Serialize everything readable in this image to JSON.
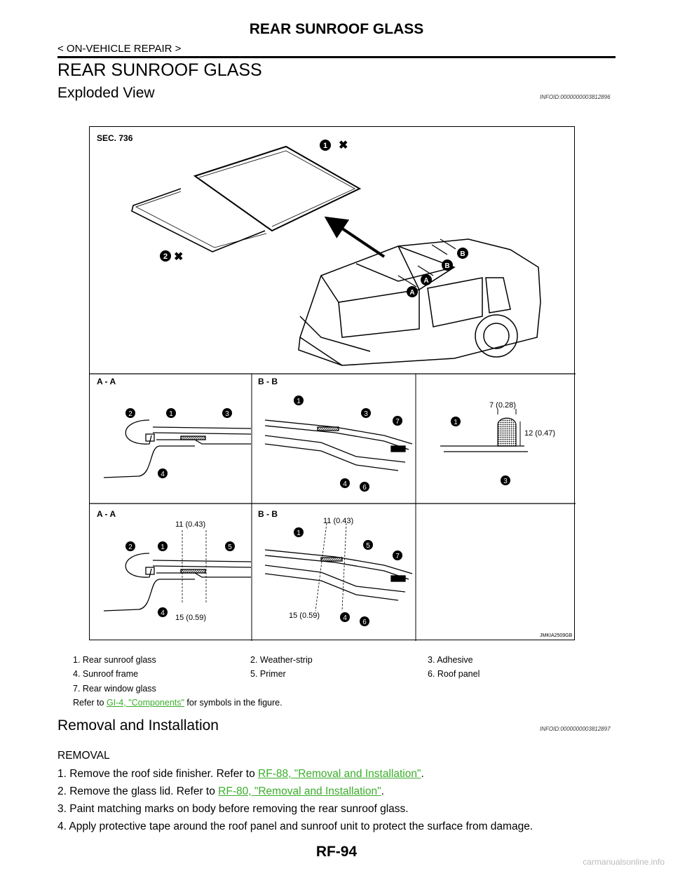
{
  "header": {
    "title": "REAR SUNROOF GLASS",
    "section": "< ON-VEHICLE REPAIR >"
  },
  "page_heading": "REAR SUNROOF GLASS",
  "exploded": {
    "heading": "Exploded View",
    "infoid": "INFOID:0000000003812896"
  },
  "figure": {
    "sec": "SEC. 736",
    "code": "JMKIA2509GB",
    "sections": {
      "aa": "A - A",
      "bb": "B - B",
      "a": "A",
      "b": "B"
    },
    "dims": {
      "d1": "7 (0.28)",
      "d2": "12 (0.47)",
      "d3": "11 (0.43)",
      "d4": "15 (0.59)"
    },
    "callouts": {
      "n1": "1",
      "n2": "2",
      "n3": "3",
      "n4": "4",
      "n5": "5",
      "n6": "6",
      "n7": "7"
    }
  },
  "legend": {
    "items": [
      "1.   Rear sunroof glass",
      "2.   Weather-strip",
      "3.   Adhesive",
      "4.   Sunroof frame",
      "5.   Primer",
      "6.   Roof panel",
      "7.   Rear window glass"
    ],
    "refer_prefix": "Refer to ",
    "refer_link": "GI-4, \"Components\"",
    "refer_suffix": " for symbols in the figure."
  },
  "removal": {
    "heading": "Removal and Installation",
    "infoid": "INFOID:0000000003812897",
    "subheading": "REMOVAL"
  },
  "steps": [
    {
      "pre": "1.   Remove the roof side finisher. Refer to ",
      "link": "RF-88, \"Removal and Installation\"",
      "post": "."
    },
    {
      "pre": "2.   Remove the glass lid. Refer to ",
      "link": "RF-80, \"Removal and Installation\"",
      "post": "."
    },
    {
      "pre": "3.   Paint matching marks on body before removing the rear sunroof glass.",
      "link": "",
      "post": ""
    },
    {
      "pre": "4.   Apply protective tape around the roof panel and sunroof unit to protect the surface from damage.",
      "link": "",
      "post": ""
    }
  ],
  "footer": {
    "page": "RF-94"
  },
  "watermark": "carmanualsonline.info"
}
